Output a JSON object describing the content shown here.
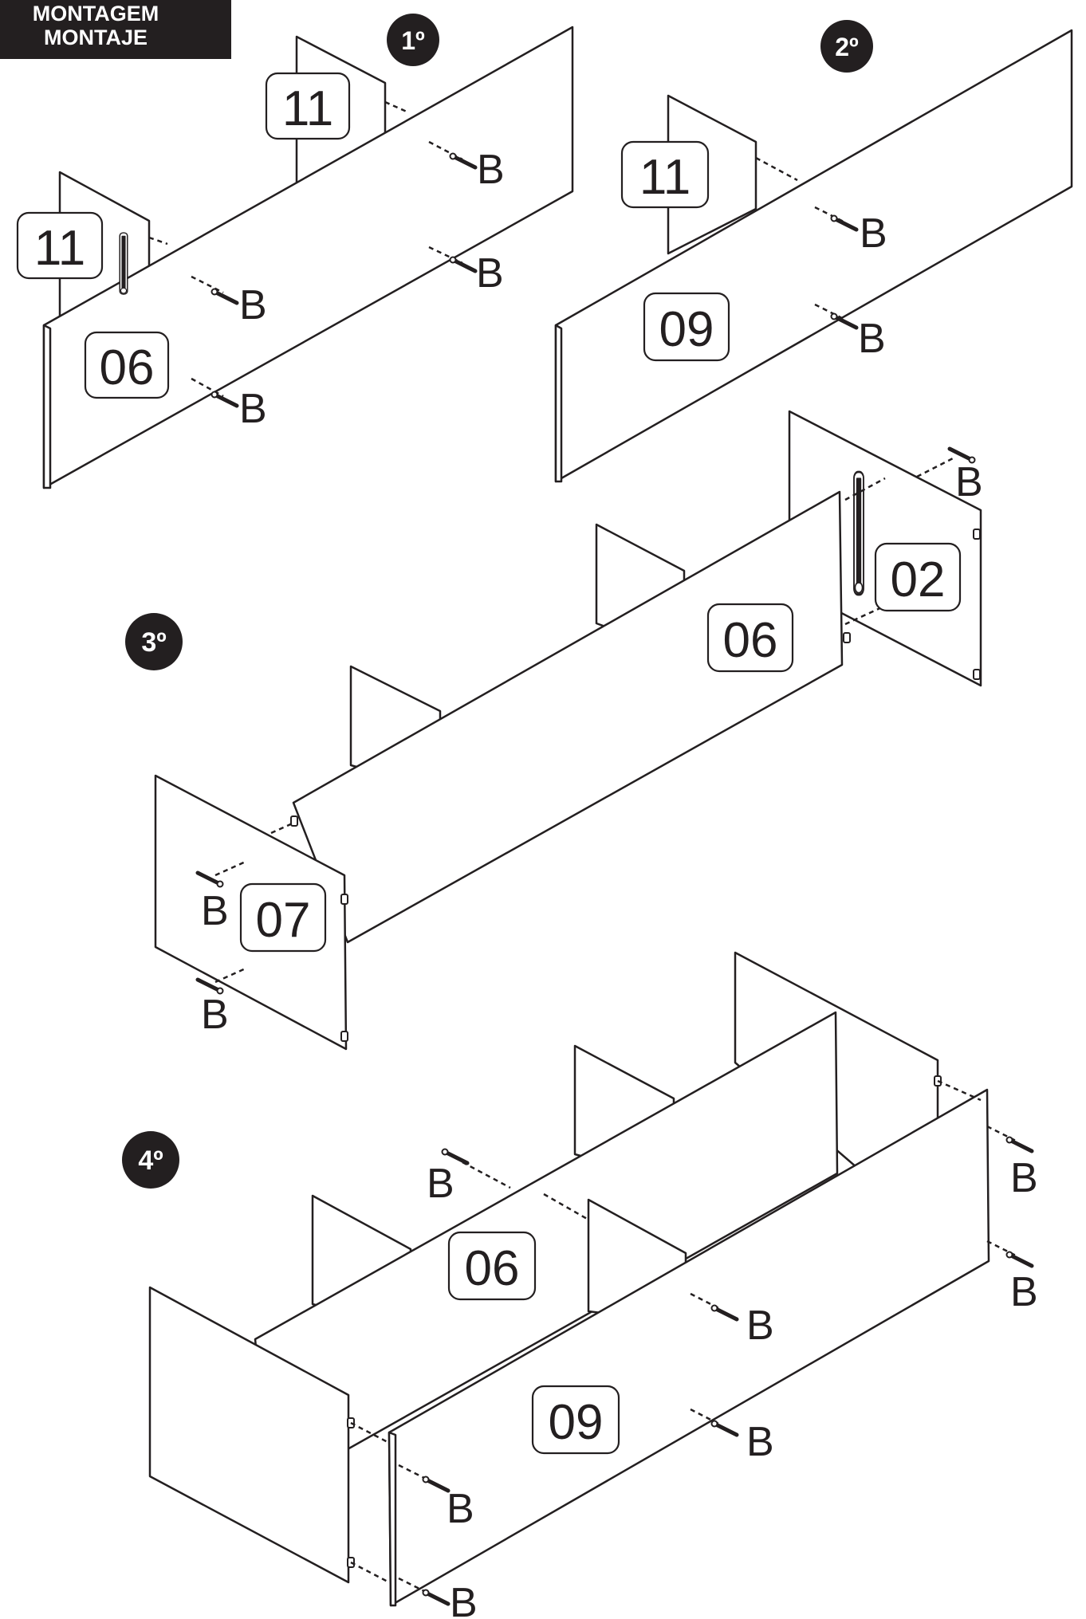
{
  "header": {
    "line1": "MONTAGEM",
    "line2": "MONTAJE"
  },
  "steps": [
    {
      "number": "1º",
      "parts": [
        "11",
        "11",
        "06"
      ],
      "screw_labels": [
        "B",
        "B",
        "B",
        "B"
      ]
    },
    {
      "number": "2º",
      "parts": [
        "11",
        "09"
      ],
      "screw_labels": [
        "B",
        "B"
      ]
    },
    {
      "number": "3º",
      "parts": [
        "06",
        "02",
        "07"
      ],
      "screw_labels": [
        "B",
        "B",
        "B"
      ]
    },
    {
      "number": "4º",
      "parts": [
        "06",
        "09"
      ],
      "screw_labels": [
        "B",
        "B",
        "B",
        "B",
        "B",
        "B",
        "B"
      ]
    }
  ],
  "colors": {
    "ink": "#231f20",
    "paper": "#ffffff"
  }
}
